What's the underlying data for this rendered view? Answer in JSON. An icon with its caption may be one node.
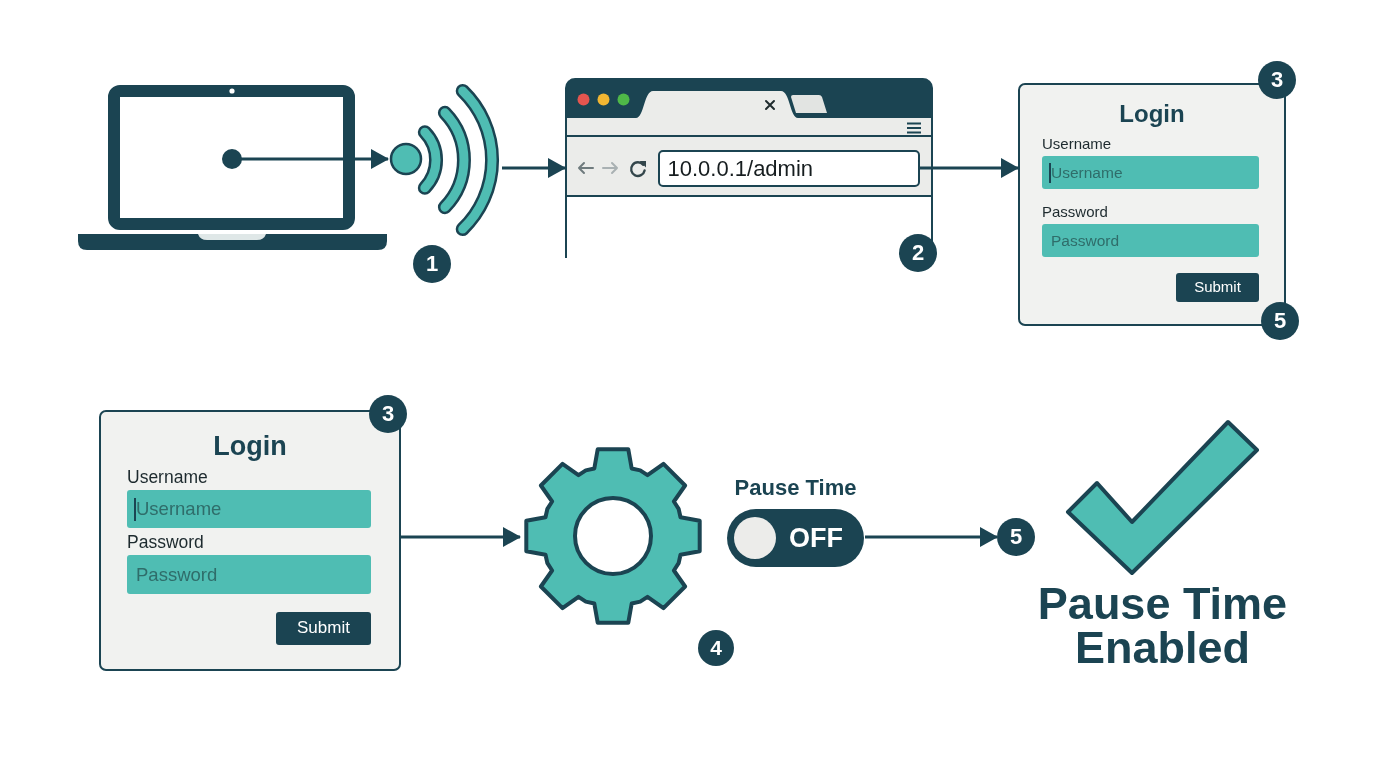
{
  "diagram": {
    "nodes": [
      {
        "text": [],
        "shape": "picture"
      },
      {
        "text": [],
        "shape": "picture"
      },
      {
        "text": [],
        "shape": "box"
      },
      {
        "text": [
          "10.0.0.1/admin"
        ],
        "in": 2
      },
      {
        "text": [
          "Login",
          "Username",
          "Password"
        ]
      },
      {
        "text": [
          "Username"
        ],
        "in": 4
      },
      {
        "text": [
          "Password"
        ],
        "in": 4
      },
      {
        "text": [
          "Submit"
        ],
        "in": 4
      },
      {
        "text": [
          "Login",
          "Username",
          "Password"
        ]
      },
      {
        "text": [
          "Username"
        ],
        "in": 8
      },
      {
        "text": [
          "Password"
        ],
        "in": 8
      },
      {
        "text": [
          "Submit"
        ],
        "in": 8
      },
      {
        "text": [],
        "shape": "picture"
      },
      {
        "text": [
          "Pause Time",
          "OFF"
        ]
      },
      {
        "text": [
          "5"
        ]
      },
      {
        "text": [
          "Pause Time Enabled"
        ]
      },
      {
        "text": [
          "1"
        ]
      },
      {
        "text": [
          "2"
        ]
      },
      {
        "text": [
          "3"
        ]
      },
      {
        "text": [
          "5"
        ]
      },
      {
        "text": [
          "3"
        ]
      },
      {
        "text": [
          "4"
        ]
      }
    ],
    "edges": [
      {
        "from": 0,
        "to": 1,
        "arrow": "to"
      },
      {
        "from": 1,
        "to": 2,
        "arrow": "to"
      },
      {
        "from": 3,
        "to": 4,
        "arrow": "to"
      },
      {
        "from": 8,
        "to": 12,
        "arrow": "to"
      },
      {
        "from": 13,
        "to": 14,
        "arrow": "to"
      }
    ]
  }
}
